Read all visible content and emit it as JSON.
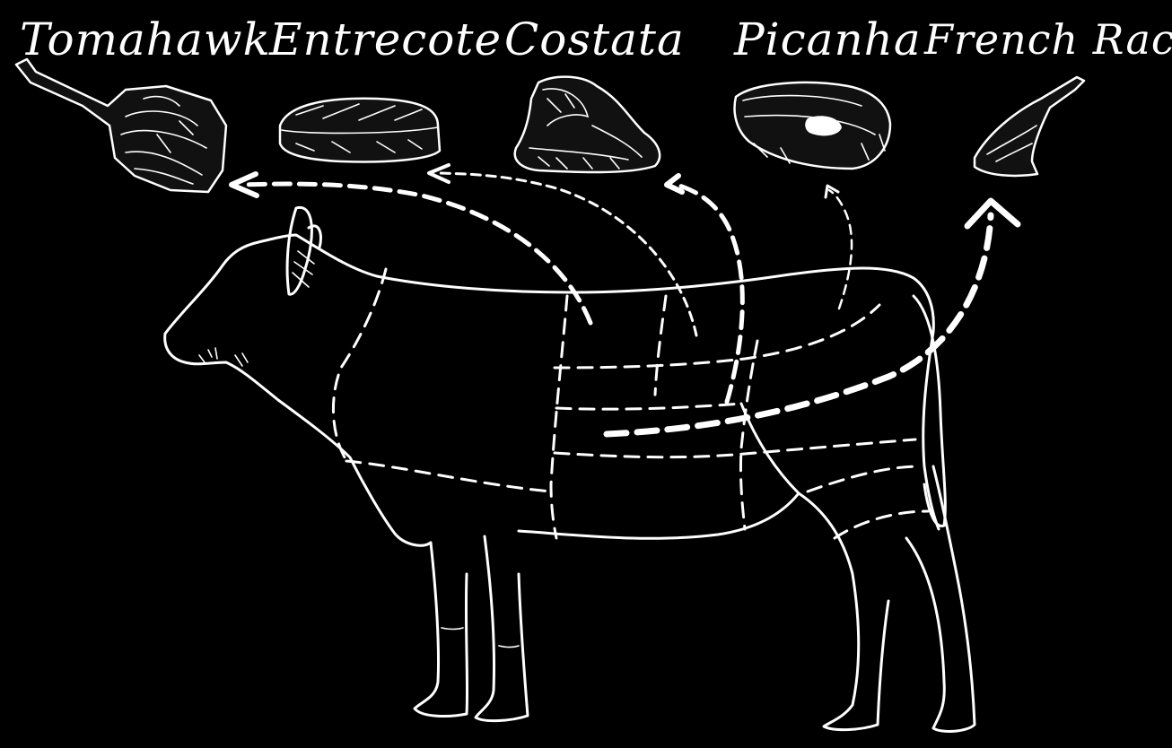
{
  "labels": {
    "tomahawk": "Tomahawk",
    "entrecote": "Entrecote",
    "costata": "Costata",
    "picanha": "Picanha",
    "french_rack": "French Rack"
  },
  "colors": {
    "background": "#000000",
    "ink": "#ffffff"
  },
  "icons": [
    "tomahawk-steak-icon",
    "entrecote-steak-icon",
    "costata-steak-icon",
    "picanha-steak-icon",
    "french-rack-icon",
    "cow-outline"
  ]
}
